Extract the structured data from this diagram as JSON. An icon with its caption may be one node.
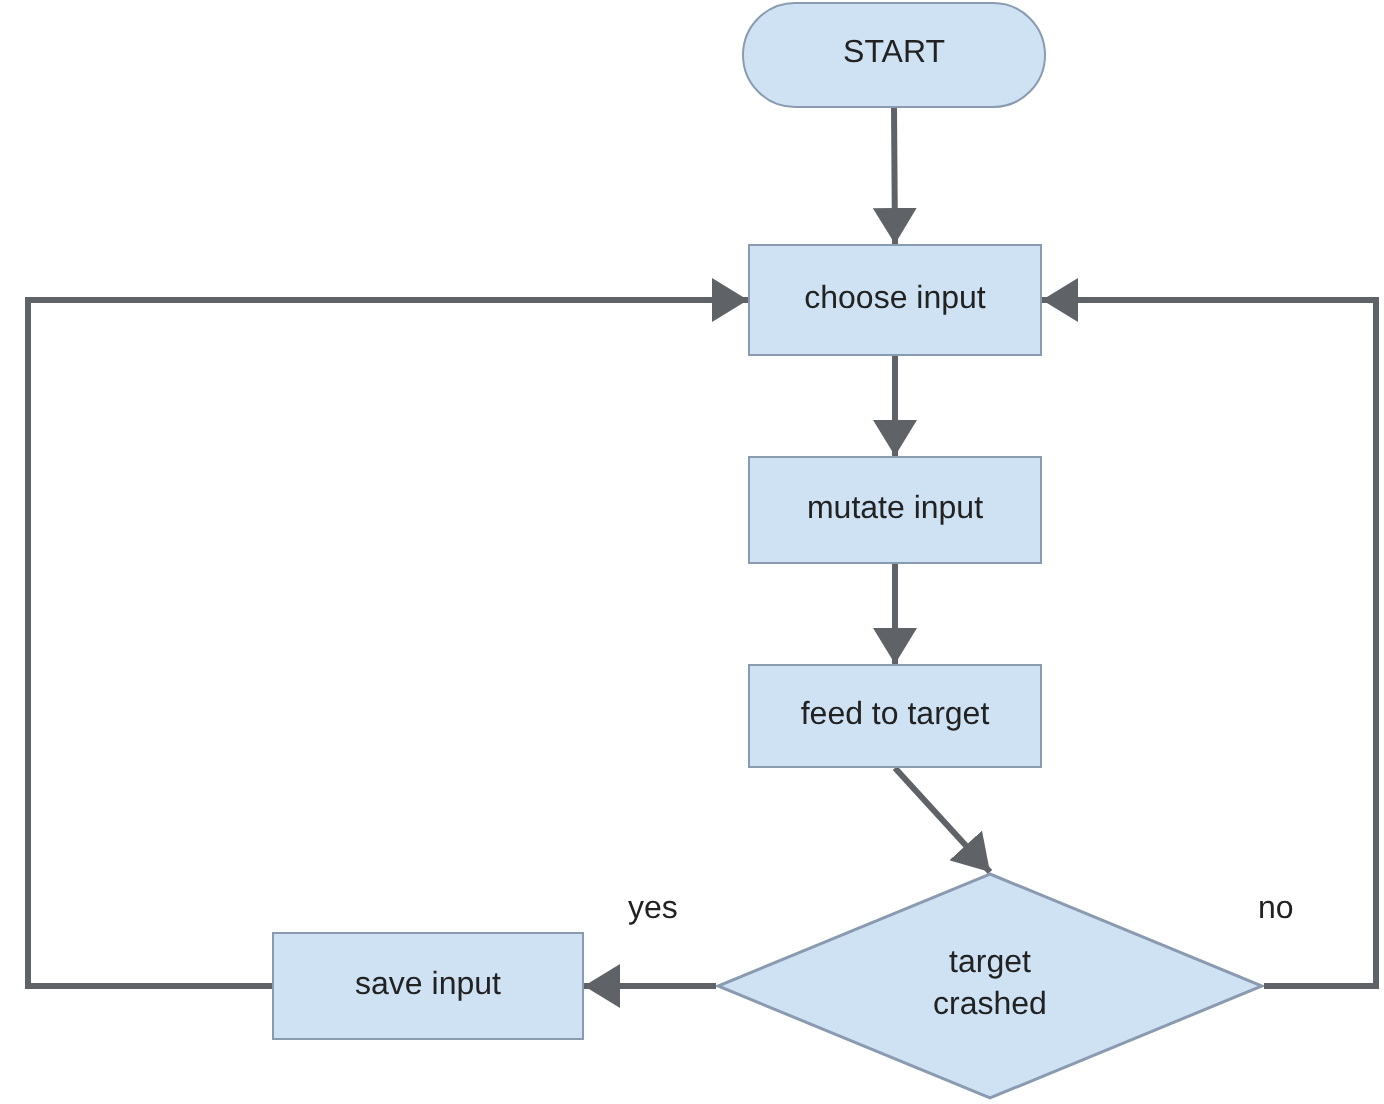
{
  "diagram": {
    "nodes": [
      {
        "text": [
          "START"
        ]
      },
      {
        "text": [
          "choose input"
        ]
      },
      {
        "text": [
          "mutate input"
        ]
      },
      {
        "text": [
          "feed to target"
        ]
      },
      {
        "text": [
          "target crashed"
        ]
      },
      {
        "text": [
          "save input"
        ]
      }
    ],
    "edges": [
      {
        "from": 0,
        "to": 1,
        "arrow": "to"
      },
      {
        "from": 1,
        "to": 2,
        "arrow": "to"
      },
      {
        "from": 2,
        "to": 3,
        "arrow": "to"
      },
      {
        "from": 3,
        "to": 4,
        "arrow": "to"
      },
      {
        "from": 4,
        "to": 5,
        "arrow": "to",
        "label": "yes"
      },
      {
        "from": 5,
        "to": 1,
        "arrow": "to"
      },
      {
        "from": 4,
        "to": 1,
        "arrow": "to",
        "label": "no"
      }
    ]
  }
}
